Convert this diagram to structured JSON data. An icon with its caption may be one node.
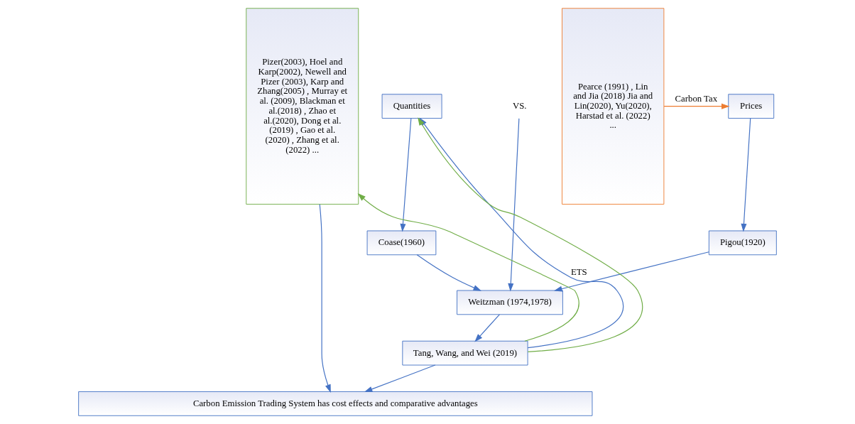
{
  "diagram": {
    "nodes": [
      {
        "text": [
          "Pearce (1991) , Lin and Jia (2018) Jia and Lin(2020), Yu(2020), Harstad et al. (2022) ..."
        ]
      },
      {
        "text": [
          "Prices"
        ]
      },
      {
        "text": [
          "VS."
        ]
      },
      {
        "text": [
          "Quantities"
        ]
      },
      {
        "text": [
          "Pizer(2003), Hoel and Karp(2002), Newell and Pizer (2003), Karp and Zhang(2005) , Murray et al. (2009), Blackman et al.(2018) , Zhao et al.(2020), Dong et al. (2019) , Gao et al. (2020) , Zhang et al. (2022) ..."
        ]
      },
      {
        "text": [
          "Pigou(1920)"
        ]
      },
      {
        "text": [
          "Coase(1960)"
        ]
      },
      {
        "text": [
          "Weitzman (1974,1978)"
        ]
      },
      {
        "text": [
          "Tang, Wang, and Wei (2019)"
        ]
      },
      {
        "text": [
          "Carbon Emission Trading System has cost effects and comparative advantages"
        ]
      }
    ],
    "edges": [
      {
        "from": 0,
        "to": 1,
        "arrow": "to",
        "label": "Carbon Tax",
        "color": "#ed7d31"
      },
      {
        "from": 1,
        "to": 5,
        "arrow": "to"
      },
      {
        "from": 3,
        "to": 6,
        "arrow": "to"
      },
      {
        "from": 2,
        "to": 7,
        "arrow": "to"
      },
      {
        "from": 5,
        "to": 7,
        "arrow": "to"
      },
      {
        "from": 6,
        "to": 7,
        "arrow": "to"
      },
      {
        "from": 7,
        "to": 8,
        "arrow": "to"
      },
      {
        "from": 8,
        "to": 3,
        "arrow": "to",
        "label": "ETS"
      },
      {
        "from": 8,
        "to": 3,
        "arrow": "to",
        "color": "#70ad47"
      },
      {
        "from": 8,
        "to": 4,
        "arrow": "to",
        "color": "#70ad47"
      },
      {
        "from": 8,
        "to": 9,
        "arrow": "to"
      },
      {
        "from": 4,
        "to": 9,
        "arrow": "to"
      }
    ]
  }
}
